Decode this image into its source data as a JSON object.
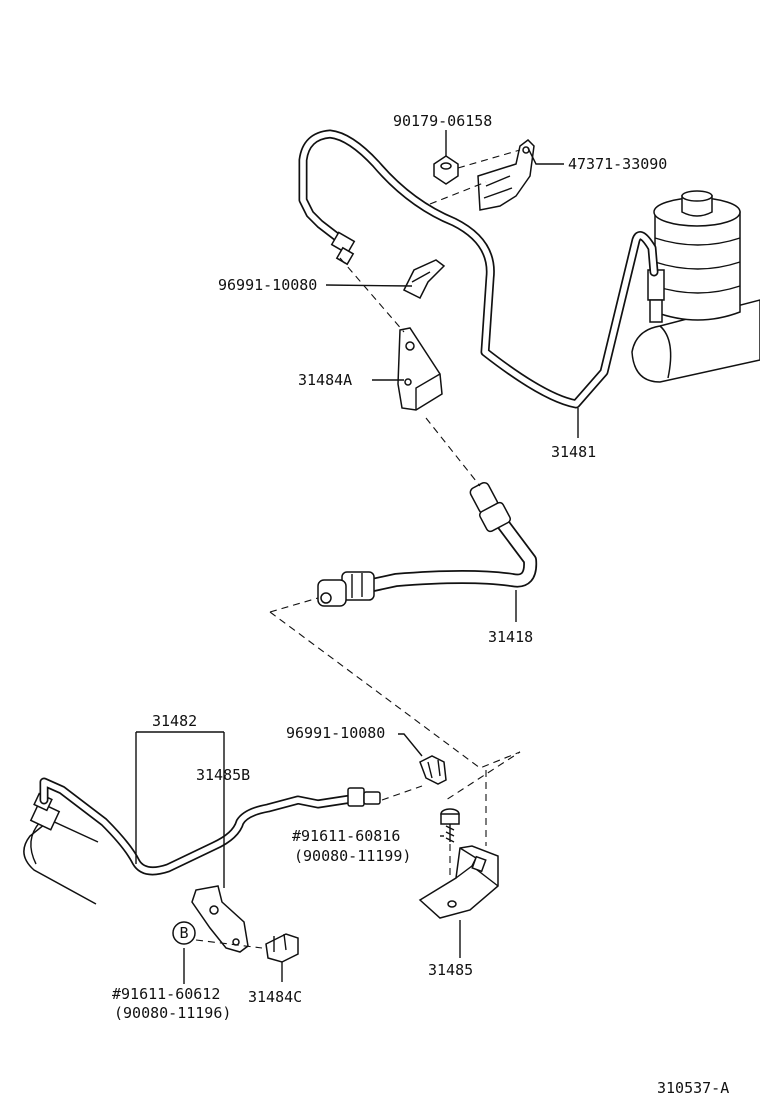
{
  "diagram": {
    "labels": {
      "p90179": "90179-06158",
      "p47371": "47371-33090",
      "p96991_top": "96991-10080",
      "p31484A": "31484A",
      "p31481": "31481",
      "p31418": "31418",
      "p31482": "31482",
      "p96991_bot": "96991-10080",
      "p31485B": "31485B",
      "p91611_60816": "#91611-60816",
      "p90080_11199": "(90080-11199)",
      "p31485": "31485",
      "marker_b": "B",
      "p91611_60612": "#91611-60612",
      "p90080_11196": "(90080-11196)",
      "p31484C": "31484C",
      "figure_code": "310537-A"
    }
  }
}
